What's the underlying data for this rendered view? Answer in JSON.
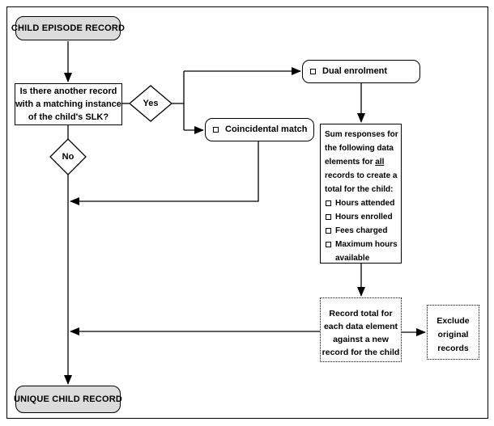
{
  "diagram": {
    "nodes": {
      "start": {
        "label": "CHILD EPISODE RECORD"
      },
      "question": {
        "lines": [
          "Is there another record",
          "with a matching instance",
          "of the child's SLK?"
        ]
      },
      "yes": {
        "label": "Yes"
      },
      "no": {
        "label": "No"
      },
      "dual_enrolment": {
        "label": "Dual enrolment"
      },
      "coincidental_match": {
        "label": "Coincidental match"
      },
      "sum": {
        "line1": "Sum responses for",
        "line2": "the following data",
        "line3_before": "elements for ",
        "line3_underlined": "all",
        "line4": "records to create a",
        "line5": "total for the child:",
        "items": [
          "Hours attended",
          "Hours enrolled",
          "Fees charged",
          "Maximum hours available"
        ]
      },
      "record_total": {
        "lines": [
          "Record total for",
          "each data element",
          "against a new",
          "record for the child"
        ]
      },
      "exclude": {
        "lines": [
          "Exclude",
          "original",
          "records"
        ]
      },
      "end": {
        "label": "UNIQUE CHILD RECORD"
      }
    },
    "colors": {
      "terminal_fill": "#dcdcdc",
      "line": "#000000",
      "background": "#ffffff"
    }
  }
}
